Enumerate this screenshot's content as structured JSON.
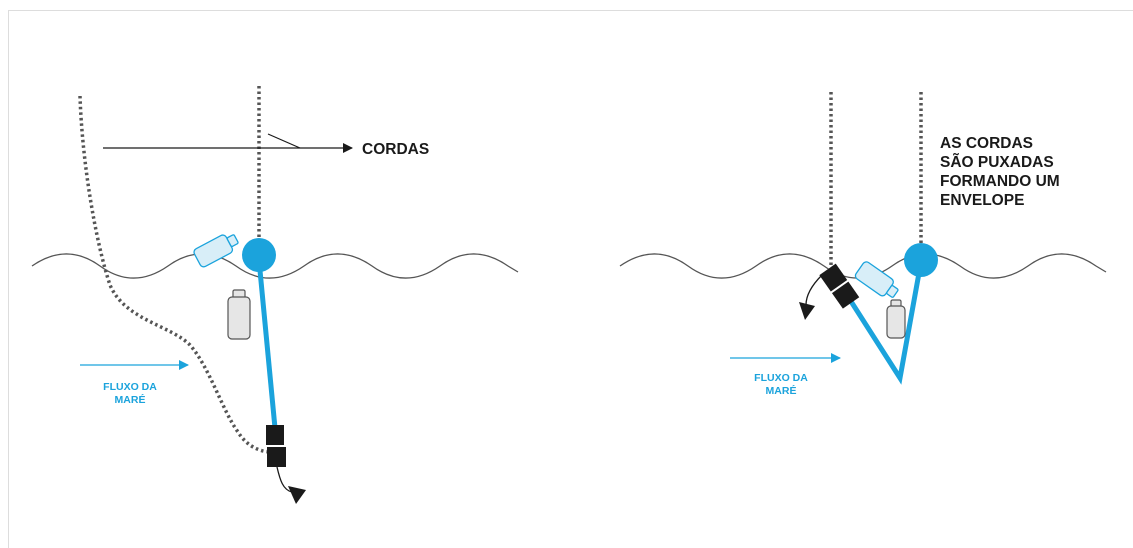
{
  "colors": {
    "accent_blue": "#1ba3dc",
    "light_blue": "#d8eef8",
    "ink": "#1a1a1a",
    "bottle_grey": "#e6e6e6"
  },
  "left_panel": {
    "ropes_label": "CORDAS",
    "tide_label_line1": "FLUXO DA",
    "tide_label_line2": "MARÉ"
  },
  "right_panel": {
    "envelope_label_line1": "AS CORDAS",
    "envelope_label_line2": "SÃO PUXADAS",
    "envelope_label_line3": "FORMANDO UM",
    "envelope_label_line4": "ENVELOPE",
    "tide_label_line1": "FLUXO DA",
    "tide_label_line2": "MARÉ"
  }
}
